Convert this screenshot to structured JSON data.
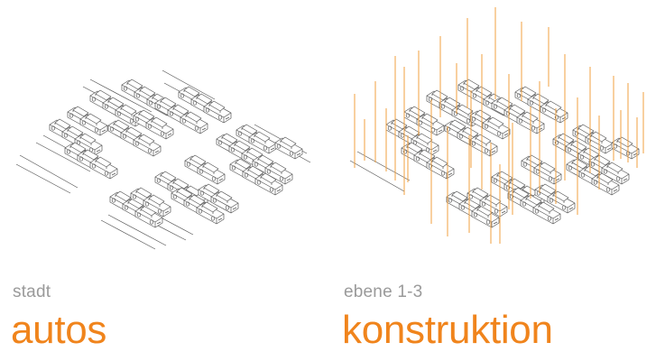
{
  "left": {
    "caption_sub": "stadt",
    "caption_main": "autos"
  },
  "right": {
    "caption_sub": "ebene 1-3",
    "caption_main": "konstruktion"
  },
  "colors": {
    "accent": "#f0841c",
    "sub_text": "#9a9a9a",
    "line_art": "#555555",
    "column": "#f0a040"
  }
}
